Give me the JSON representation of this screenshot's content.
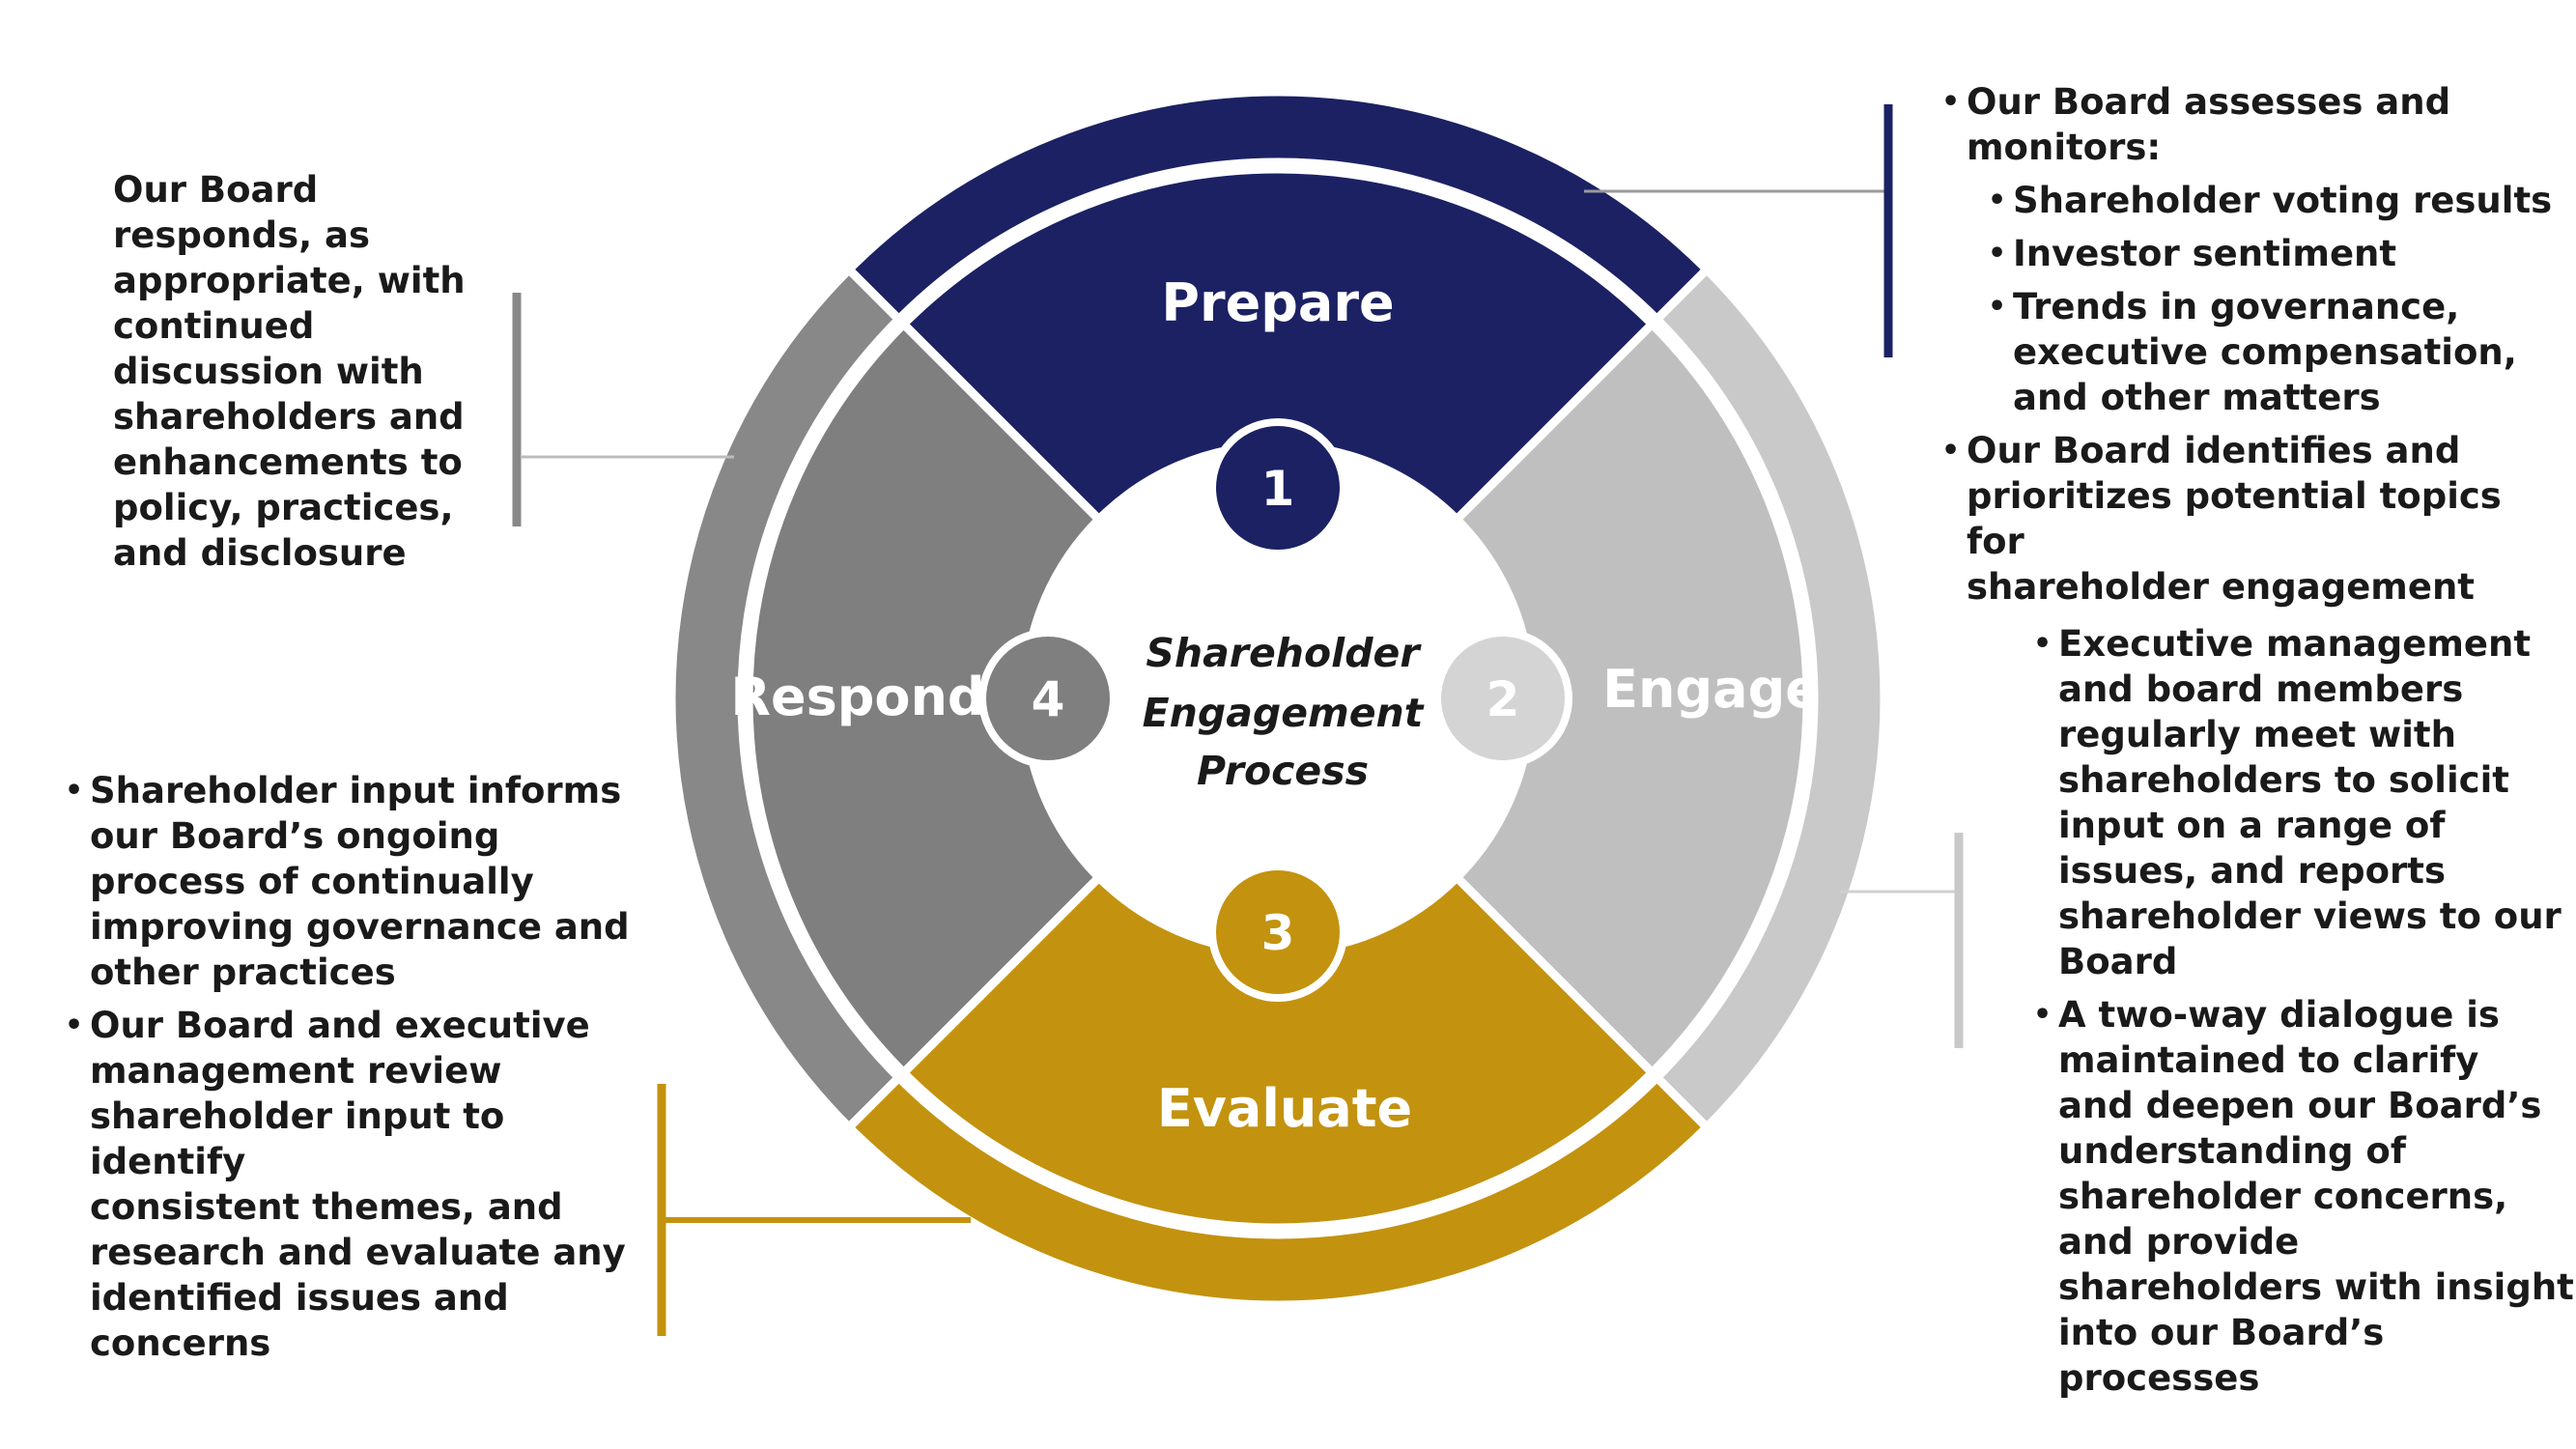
{
  "colors": {
    "prepare": "#1B2163",
    "engage": "#BFBFBF",
    "evaluate": "#C3920F",
    "respond": "#7F7F7F",
    "outer_prepare": "#1B2163",
    "outer_engage": "#C9C9C9",
    "outer_evaluate": "#C3920F",
    "outer_respond": "#888888"
  },
  "center": {
    "line1": "Shareholder",
    "line2": "Engagement",
    "line3": "Process"
  },
  "segments": [
    {
      "id": "prepare",
      "label": "Prepare",
      "number": "1"
    },
    {
      "id": "engage",
      "label": "Engage",
      "number": "2"
    },
    {
      "id": "evaluate",
      "label": "Evaluate",
      "number": "3"
    },
    {
      "id": "respond",
      "label": "Respond",
      "number": "4"
    }
  ],
  "prepare_text": {
    "b1_line1": "Our Board assesses and",
    "b1_line2": "monitors:",
    "sub1": "Shareholder voting results",
    "sub2": "Investor sentiment",
    "sub3_line1": "Trends in governance,",
    "sub3_line2": "executive compensation,",
    "sub3_line3": "and other matters",
    "b2_line1": "Our Board identifies and",
    "b2_line2": "prioritizes potential topics for",
    "b2_line3": "shareholder engagement"
  },
  "engage_text": {
    "b1": [
      "Executive management",
      "and board members",
      "regularly meet with",
      "shareholders to solicit",
      "input on a range of",
      "issues, and reports",
      "shareholder views to our",
      "Board"
    ],
    "b2": [
      "A two-way dialogue is",
      "maintained to clarify",
      "and deepen our Board’s",
      "understanding of",
      "shareholder concerns,",
      "and provide",
      "shareholders with insight",
      "into our Board’s",
      "processes"
    ]
  },
  "evaluate_text": {
    "b1": [
      "Shareholder input informs",
      "our Board’s ongoing",
      "process of continually",
      "improving governance and",
      "other practices"
    ],
    "b2": [
      "Our Board and executive",
      "management review",
      "shareholder input to identify",
      "consistent themes, and",
      "research and evaluate any",
      "identified issues and",
      "concerns"
    ]
  },
  "respond_text": {
    "lines": [
      "Our Board",
      "responds, as",
      "appropriate, with",
      "continued",
      "discussion with",
      "shareholders and",
      "enhancements to",
      "policy, practices,",
      "and disclosure"
    ]
  }
}
